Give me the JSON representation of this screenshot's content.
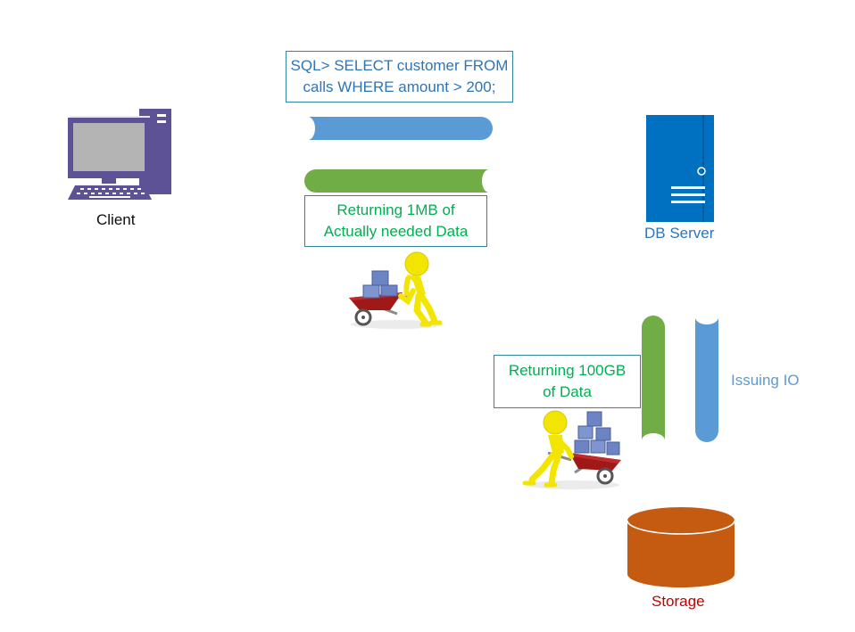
{
  "client": {
    "label": "Client"
  },
  "db_server": {
    "label": "DB Server"
  },
  "storage": {
    "label": "Storage"
  },
  "query_box": {
    "lines": [
      "SQL> SELECT customer FROM",
      "calls WHERE amount > 200;"
    ]
  },
  "return_client_box": {
    "lines": [
      "Returning 1MB of",
      "Actually needed Data"
    ]
  },
  "return_storage_box": {
    "lines": [
      "Returning 100GB",
      "of Data"
    ]
  },
  "issuing_io": {
    "label": "Issuing IO"
  },
  "colors": {
    "blue": "#5b9bd5",
    "green": "#70ad47",
    "green_text": "#00b050",
    "server_blue": "#0070c0",
    "storage_orange": "#c55a11",
    "storage_text": "#c00000",
    "computer_purple": "#5e5296",
    "figure_yellow": "#f2e600",
    "cart_red": "#a01818",
    "box_border": "#31859c"
  }
}
